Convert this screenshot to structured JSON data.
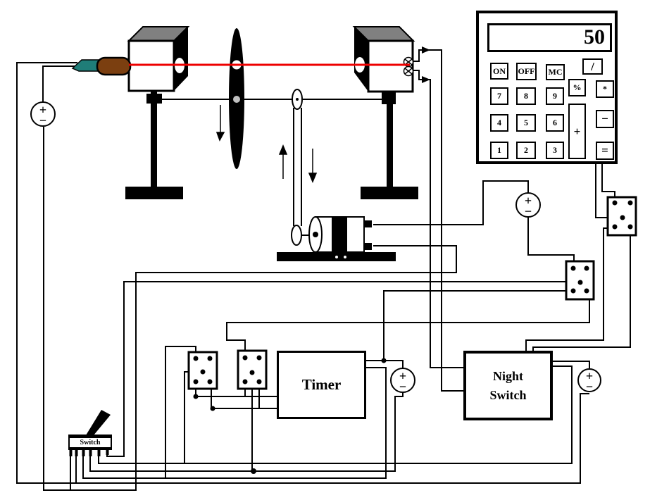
{
  "calculator": {
    "display": "50",
    "buttons": [
      {
        "label": "ON"
      },
      {
        "label": "OFF"
      },
      {
        "label": "MC"
      },
      {
        "label": "/"
      },
      {
        "label": "7"
      },
      {
        "label": "8"
      },
      {
        "label": "9"
      },
      {
        "label": "%"
      },
      {
        "label": "*"
      },
      {
        "label": "4"
      },
      {
        "label": "5"
      },
      {
        "label": "6"
      },
      {
        "label": "+"
      },
      {
        "label": "−"
      },
      {
        "label": "1"
      },
      {
        "label": "2"
      },
      {
        "label": "3"
      },
      {
        "label": "="
      }
    ]
  },
  "timer": {
    "label": "Timer"
  },
  "night_switch": {
    "line1": "Night",
    "line2": "Switch"
  },
  "switch": {
    "label": "Switch"
  },
  "battery": {
    "plus": "+",
    "minus": "−"
  },
  "colors": {
    "beam": "#ee0000",
    "laser_body": "#7b3f10",
    "laser_tip": "#1f7d78",
    "box_top_gray": "#808080",
    "hub_gray": "#c0c0c0",
    "wire": "#000000"
  }
}
